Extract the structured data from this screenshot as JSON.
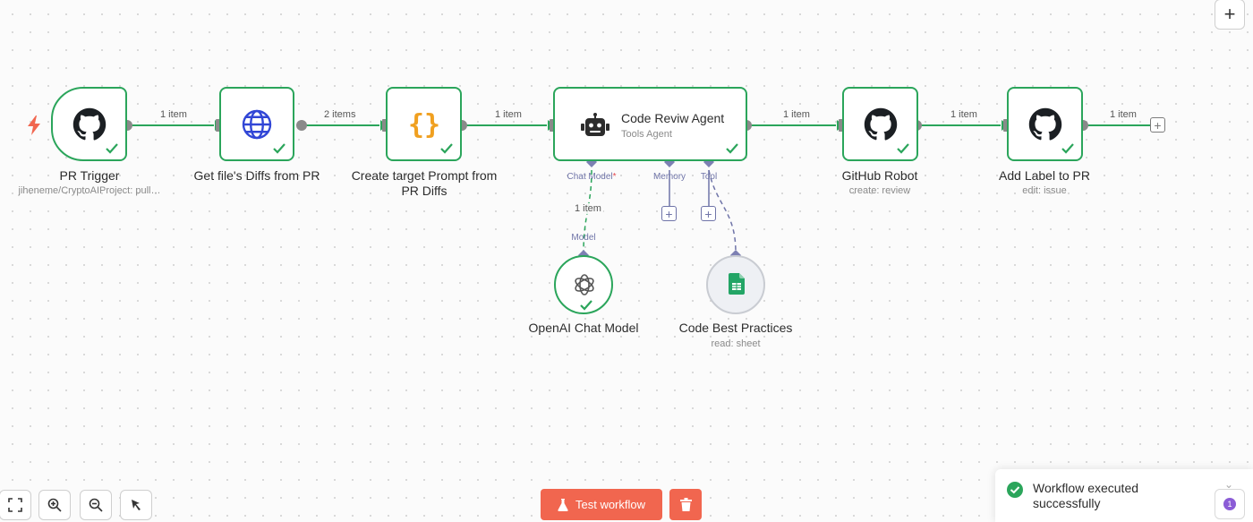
{
  "nodes": {
    "pr_trigger": {
      "title": "PR Trigger",
      "subtitle": "jiheneme/CryptoAIProject: pull…",
      "icon": "github-icon"
    },
    "get_diffs": {
      "title": "Get file's Diffs from PR",
      "icon": "globe-icon"
    },
    "create_prompt": {
      "title": "Create target Prompt from PR Diffs",
      "icon": "braces-icon"
    },
    "agent": {
      "title": "Code Reviw Agent",
      "subtitle": "Tools Agent",
      "icon": "robot-icon"
    },
    "github_robot": {
      "title": "GitHub Robot",
      "subtitle": "create: review",
      "icon": "github-icon"
    },
    "add_label": {
      "title": "Add Label to PR",
      "subtitle": "edit: issue",
      "icon": "github-icon"
    },
    "openai": {
      "title": "OpenAI Chat Model",
      "icon": "openai-icon"
    },
    "best_practices": {
      "title": "Code Best Practices",
      "subtitle": "read: sheet",
      "icon": "google-sheets-icon"
    }
  },
  "edges": {
    "e1": "1 item",
    "e2": "2 items",
    "e3": "1 item",
    "e4": "1 item",
    "e5": "1 item",
    "e6": "1 item",
    "model": "1 item"
  },
  "ports": {
    "chat_model": "Chat Model",
    "chat_model_required": "*",
    "memory": "Memory",
    "tool": "Tool",
    "model": "Model"
  },
  "toolbar": {
    "test_label": "Test workflow"
  },
  "toast": {
    "message": "Workflow executed successfully"
  },
  "notifications": {
    "count": "1"
  },
  "colors": {
    "success": "#2ba55b",
    "accent": "#f1664f",
    "subnode": "#6f74a8",
    "trigger": "#f1664f"
  }
}
